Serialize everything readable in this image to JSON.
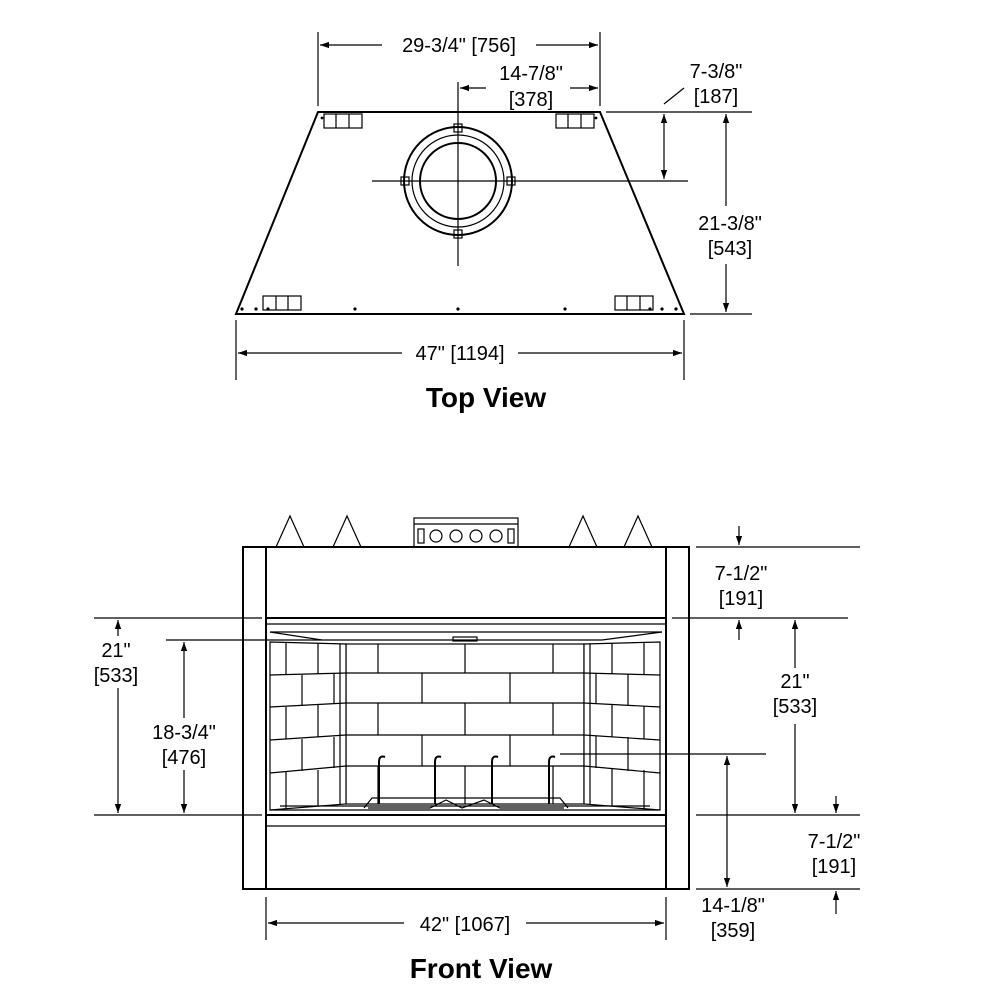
{
  "top_view": {
    "title": "Top View",
    "dims": {
      "overall_top_width": "29-3/4\" [756]",
      "collar_offset_in": "14-7/8\"",
      "collar_offset_mm": "[378]",
      "collar_depth_in": "7-3/8\"",
      "collar_depth_mm": "[187]",
      "depth_in": "21-3/8\"",
      "depth_mm": "[543]",
      "front_width": "47\" [1194]"
    }
  },
  "front_view": {
    "title": "Front View",
    "dims": {
      "hood_height_in": "7-1/2\"",
      "hood_height_mm": "[191]",
      "opening_right_in": "21\"",
      "opening_right_mm": "[533]",
      "opening_left_in": "21\"",
      "opening_left_mm": "[533]",
      "firebox_height_in": "18-3/4\"",
      "firebox_height_mm": "[476]",
      "base_height_in": "7-1/2\"",
      "base_height_mm": "[191]",
      "grate_height_in": "14-1/8\"",
      "grate_height_mm": "[359]",
      "opening_width": "42\" [1067]"
    }
  }
}
